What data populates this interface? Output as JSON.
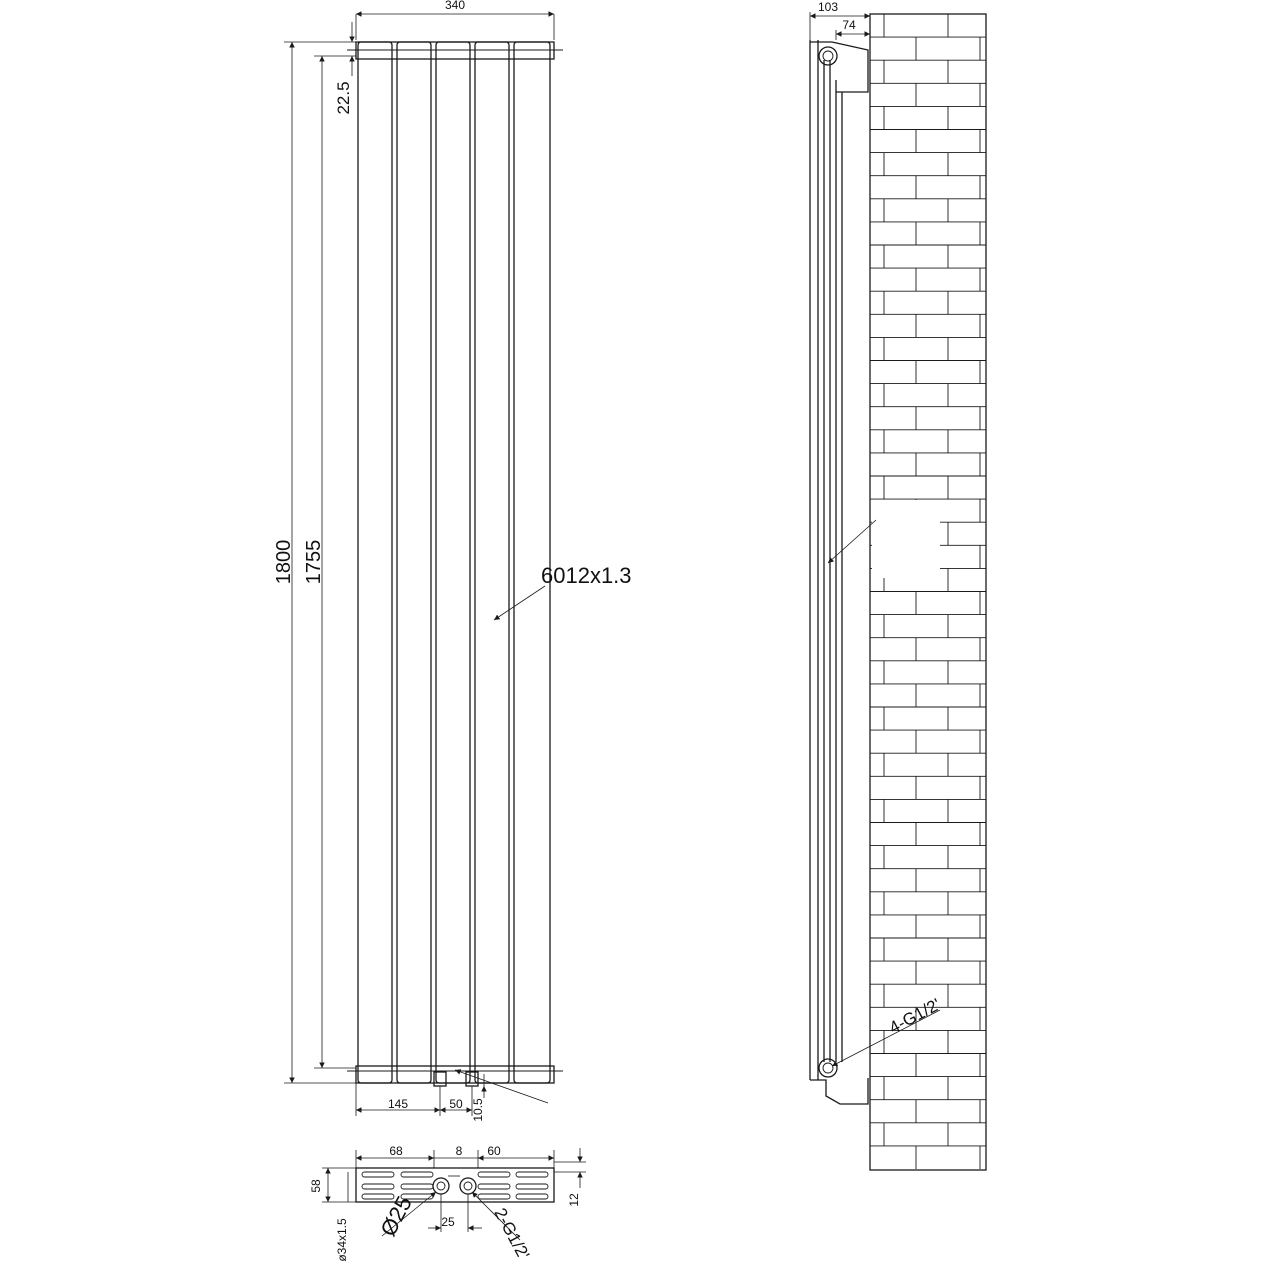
{
  "front_view": {
    "width_label": "340",
    "height_label": "1800",
    "inner_height_label": "1755",
    "top_offset_label": "22.5",
    "panel_label": "6012x1.3",
    "left_to_pipe_label": "145",
    "pipe_spacing_label": "50",
    "pipe_drop_label": "10.5"
  },
  "side_view": {
    "depth_label": "103",
    "wall_offset_label": "74",
    "connection_label": "4-G1/2'"
  },
  "bottom_view": {
    "left_width_label": "68",
    "gap_label": "8",
    "right_width_label": "60",
    "height_label": "58",
    "right_height_label": "12",
    "pipe_label": "Ø25",
    "connection_label": "2-G1/2'",
    "center_spacing_label": "25",
    "tube_label": "ø34x1.5"
  },
  "colors": {
    "line": "#1a1a1a",
    "background": "#ffffff"
  }
}
